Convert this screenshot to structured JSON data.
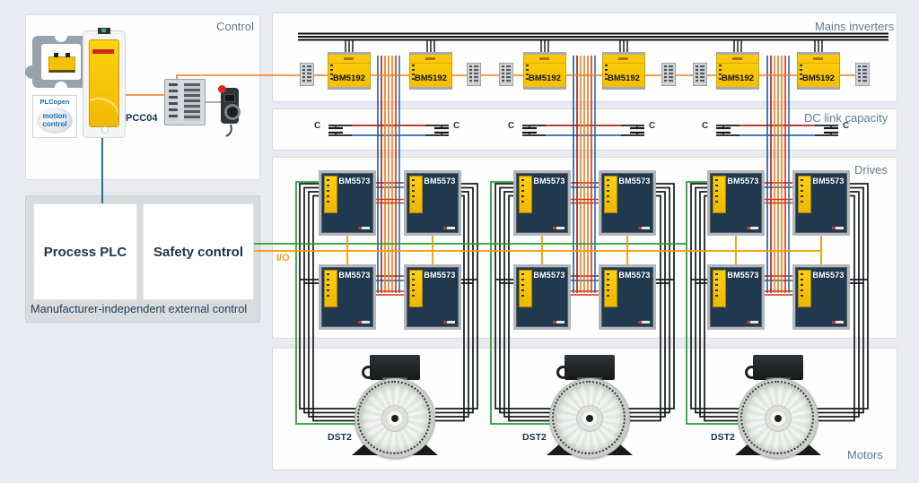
{
  "sections": {
    "control": {
      "label": "Control"
    },
    "external_control": {
      "caption": "Manufacturer-independent external control",
      "boxes": [
        {
          "label": "Process PLC"
        },
        {
          "label": "Safety control"
        }
      ]
    },
    "mains_inverters": {
      "label": "Mains inverters",
      "unit_label": "BM5192",
      "unit_count": 6
    },
    "dc_link": {
      "label": "DC link capacity",
      "capacitor_label": "C",
      "capacitor_count": 6
    },
    "drives": {
      "label": "Drives",
      "unit_label": "BM5573",
      "unit_count": 12,
      "io_label": "I/O"
    },
    "motors": {
      "label": "Motors",
      "unit_label": "DST2",
      "unit_count": 3
    }
  },
  "devices": {
    "controller_label": "PCC04",
    "plcopen": {
      "line1": "PLCopen",
      "line2": "motion",
      "line3": "control"
    }
  },
  "colors": {
    "background": "#e9ebf0",
    "accent_yellow": "#fbc500",
    "drive_navy": "#20394f",
    "wire_orange": "#ed7b1c",
    "wire_io_orange": "#f59b00",
    "wire_red": "#cd3416",
    "wire_dark_red": "#9e2012",
    "wire_blue": "#2b6cb0",
    "wire_dark_blue": "#1d5a9b",
    "wire_green": "#28a13b",
    "wire_teal": "#0c6878",
    "wire_black": "#17191b",
    "section_label_blue": "#5e7a93",
    "text_navy": "#17364f"
  }
}
